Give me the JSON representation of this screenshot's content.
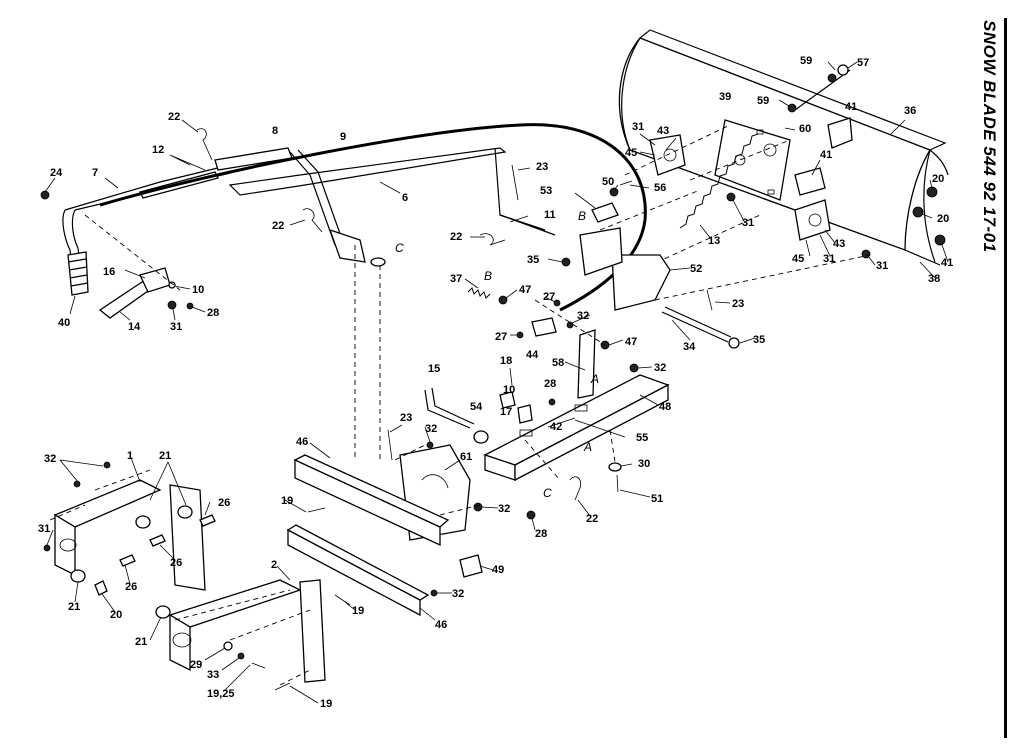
{
  "title": "SNOW BLADE   544 92 17-01",
  "callouts": [
    {
      "id": "p57",
      "text": "57"
    },
    {
      "id": "p59a",
      "text": "59"
    },
    {
      "id": "p59b",
      "text": "59"
    },
    {
      "id": "p36",
      "text": "36"
    },
    {
      "id": "p39",
      "text": "39"
    },
    {
      "id": "p41a",
      "text": "41"
    },
    {
      "id": "p60",
      "text": "60"
    },
    {
      "id": "p31a",
      "text": "31"
    },
    {
      "id": "p43a",
      "text": "43"
    },
    {
      "id": "p45a",
      "text": "45"
    },
    {
      "id": "p41b",
      "text": "41"
    },
    {
      "id": "p20a",
      "text": "20"
    },
    {
      "id": "p20b",
      "text": "20"
    },
    {
      "id": "p41c",
      "text": "41"
    },
    {
      "id": "p38",
      "text": "38"
    },
    {
      "id": "p31b",
      "text": "31"
    },
    {
      "id": "p43b",
      "text": "43"
    },
    {
      "id": "p45b",
      "text": "45"
    },
    {
      "id": "p31c",
      "text": "31"
    },
    {
      "id": "p31d",
      "text": "31"
    },
    {
      "id": "p13",
      "text": "13"
    },
    {
      "id": "p22a",
      "text": "22"
    },
    {
      "id": "p8",
      "text": "8"
    },
    {
      "id": "p9",
      "text": "9"
    },
    {
      "id": "p12",
      "text": "12"
    },
    {
      "id": "p24",
      "text": "24"
    },
    {
      "id": "p7",
      "text": "7"
    },
    {
      "id": "p6",
      "text": "6"
    },
    {
      "id": "p23a",
      "text": "23"
    },
    {
      "id": "p50",
      "text": "50"
    },
    {
      "id": "p56",
      "text": "56"
    },
    {
      "id": "p53",
      "text": "53"
    },
    {
      "id": "p11",
      "text": "11"
    },
    {
      "id": "p22b",
      "text": "22"
    },
    {
      "id": "p22c",
      "text": "22"
    },
    {
      "id": "p35a",
      "text": "35"
    },
    {
      "id": "p52",
      "text": "52"
    },
    {
      "id": "p16",
      "text": "16"
    },
    {
      "id": "p10a",
      "text": "10"
    },
    {
      "id": "p37",
      "text": "37"
    },
    {
      "id": "p47a",
      "text": "47"
    },
    {
      "id": "p27a",
      "text": "27"
    },
    {
      "id": "p23b",
      "text": "23"
    },
    {
      "id": "p40",
      "text": "40"
    },
    {
      "id": "p14",
      "text": "14"
    },
    {
      "id": "p31e",
      "text": "31"
    },
    {
      "id": "p28a",
      "text": "28"
    },
    {
      "id": "p27b",
      "text": "27"
    },
    {
      "id": "p44",
      "text": "44"
    },
    {
      "id": "p32a",
      "text": "32"
    },
    {
      "id": "p47b",
      "text": "47"
    },
    {
      "id": "p34",
      "text": "34"
    },
    {
      "id": "p35b",
      "text": "35"
    },
    {
      "id": "p58",
      "text": "58"
    },
    {
      "id": "p32b",
      "text": "32"
    },
    {
      "id": "p18",
      "text": "18"
    },
    {
      "id": "p15",
      "text": "15"
    },
    {
      "id": "p28b",
      "text": "28"
    },
    {
      "id": "p10b",
      "text": "10"
    },
    {
      "id": "p48",
      "text": "48"
    },
    {
      "id": "p17",
      "text": "17"
    },
    {
      "id": "p54",
      "text": "54"
    },
    {
      "id": "p42",
      "text": "42"
    },
    {
      "id": "p55",
      "text": "55"
    },
    {
      "id": "p23c",
      "text": "23"
    },
    {
      "id": "p32c",
      "text": "32"
    },
    {
      "id": "p46a",
      "text": "46"
    },
    {
      "id": "p61",
      "text": "61"
    },
    {
      "id": "p30",
      "text": "30"
    },
    {
      "id": "p32d",
      "text": "32"
    },
    {
      "id": "p1",
      "text": "1"
    },
    {
      "id": "p21a",
      "text": "21"
    },
    {
      "id": "p19a",
      "text": "19"
    },
    {
      "id": "p32e",
      "text": "32"
    },
    {
      "id": "p51",
      "text": "51"
    },
    {
      "id": "p22d",
      "text": "22"
    },
    {
      "id": "p26a",
      "text": "26"
    },
    {
      "id": "p31f",
      "text": "31"
    },
    {
      "id": "p28c",
      "text": "28"
    },
    {
      "id": "p26b",
      "text": "26"
    },
    {
      "id": "p26c",
      "text": "26"
    },
    {
      "id": "p49",
      "text": "49"
    },
    {
      "id": "p21b",
      "text": "21"
    },
    {
      "id": "p20c",
      "text": "20"
    },
    {
      "id": "p2",
      "text": "2"
    },
    {
      "id": "p32f",
      "text": "32"
    },
    {
      "id": "p19b",
      "text": "19"
    },
    {
      "id": "p46b",
      "text": "46"
    },
    {
      "id": "p21c",
      "text": "21"
    },
    {
      "id": "p29",
      "text": "29"
    },
    {
      "id": "p33",
      "text": "33"
    },
    {
      "id": "p1925",
      "text": "19,25"
    },
    {
      "id": "p19c",
      "text": "19"
    }
  ],
  "refs": [
    {
      "id": "rB1",
      "text": "B"
    },
    {
      "id": "rB2",
      "text": "B"
    },
    {
      "id": "rC1",
      "text": "C"
    },
    {
      "id": "rC2",
      "text": "C"
    },
    {
      "id": "rA1",
      "text": "A"
    },
    {
      "id": "rA2",
      "text": "A"
    }
  ]
}
